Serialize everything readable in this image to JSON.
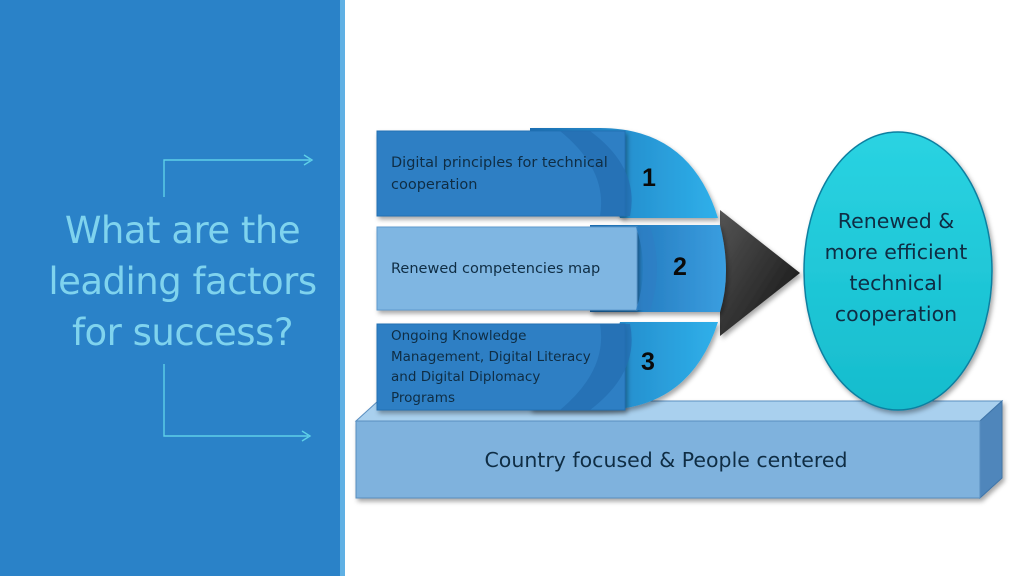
{
  "slide": {
    "question": "What are the leading factors for success?"
  },
  "factors": [
    {
      "number": "1",
      "label": "Digital principles for technical cooperation"
    },
    {
      "number": "2",
      "label": "Renewed competencies map"
    },
    {
      "number": "3",
      "label": "Ongoing Knowledge Management, Digital Literacy and Digital Diplomacy Programs"
    }
  ],
  "outcome": {
    "label": "Renewed & more efficient technical cooperation"
  },
  "foundation": {
    "label": "Country focused & People centered"
  },
  "colors": {
    "panel_bg": "#2a82c8",
    "question_text": "#7fd3ee",
    "bracket_line": "#5ed0e8",
    "factor_box_dark": "#2e7fc4",
    "factor_box_light": "#7fb6e2",
    "arc_bright": "#29a9e4",
    "outcome_fill": "#1fc9d8",
    "foundation_fill": "#7fb2dd"
  },
  "icons": {
    "arrow": "arrow-right-icon",
    "brackets": "bracket-arrow-icon"
  }
}
